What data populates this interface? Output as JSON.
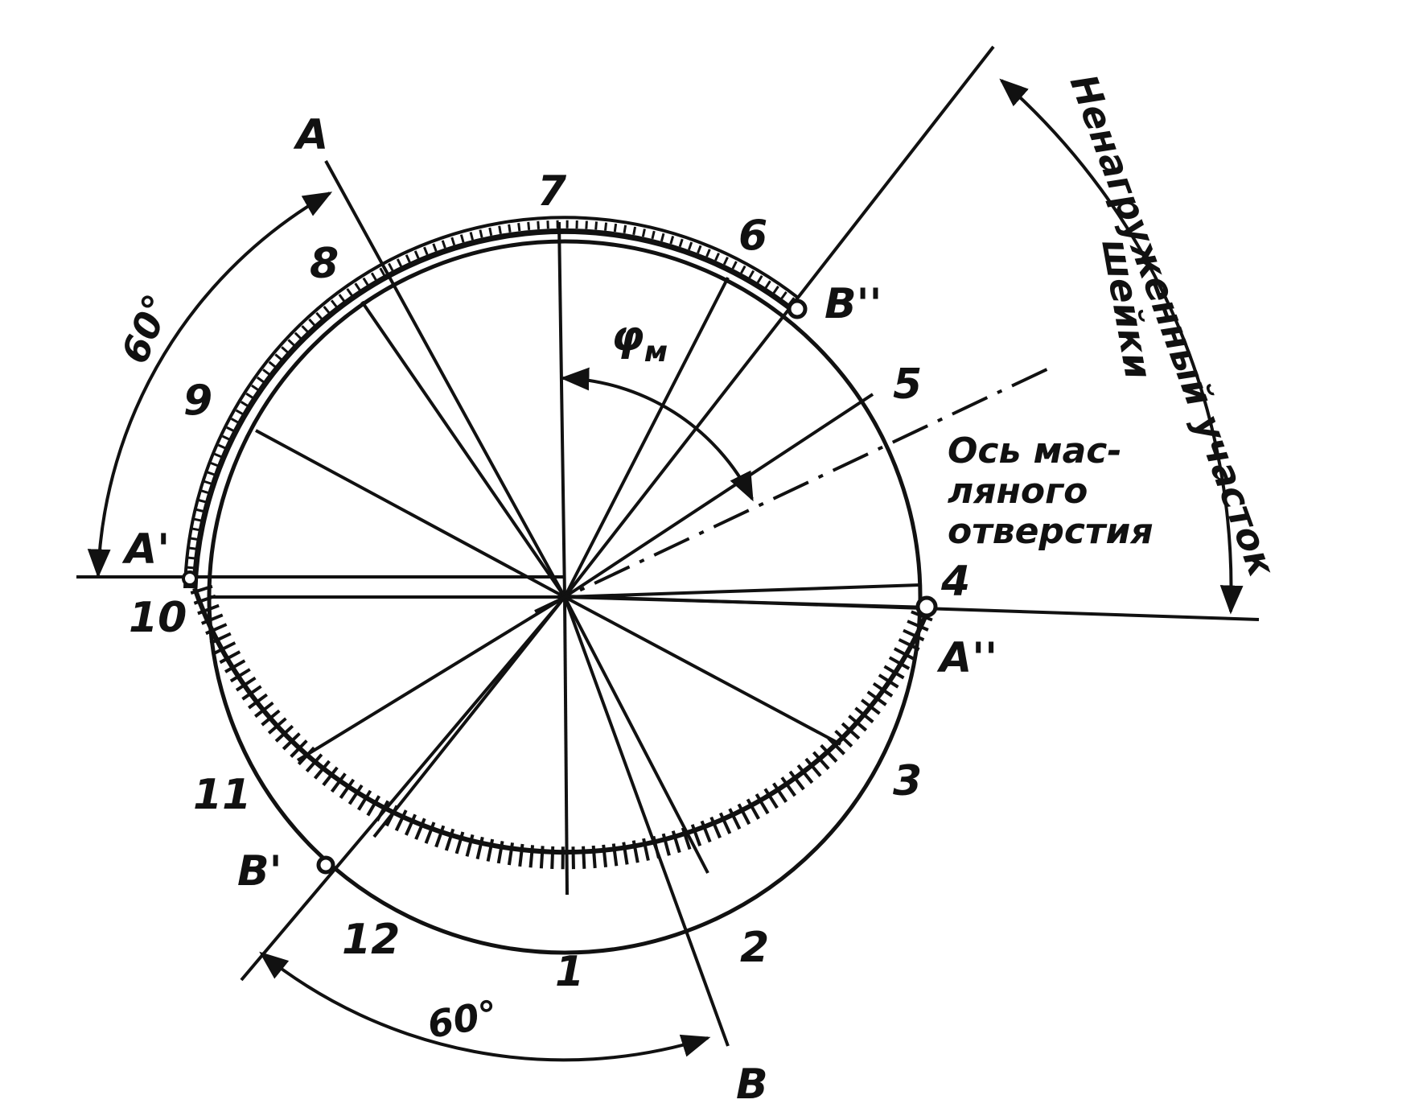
{
  "labels": {
    "A": "A",
    "A_prime": "A'",
    "A_dprime": "A''",
    "B": "B",
    "B_prime": "B'",
    "B_dprime": "B''",
    "phi": "φ",
    "phi_sub": "м",
    "angle_top": "60°",
    "angle_bottom": "60°"
  },
  "points": [
    "1",
    "2",
    "3",
    "4",
    "5",
    "6",
    "7",
    "8",
    "9",
    "10",
    "11",
    "12"
  ],
  "oil_hole_axis": [
    "Ось мас-",
    "ляного",
    "отверстия"
  ],
  "unloaded_arc": [
    "Ненагруженный участок",
    "шейки"
  ],
  "colors": {
    "ink": "#111111",
    "background": "#ffffff"
  }
}
